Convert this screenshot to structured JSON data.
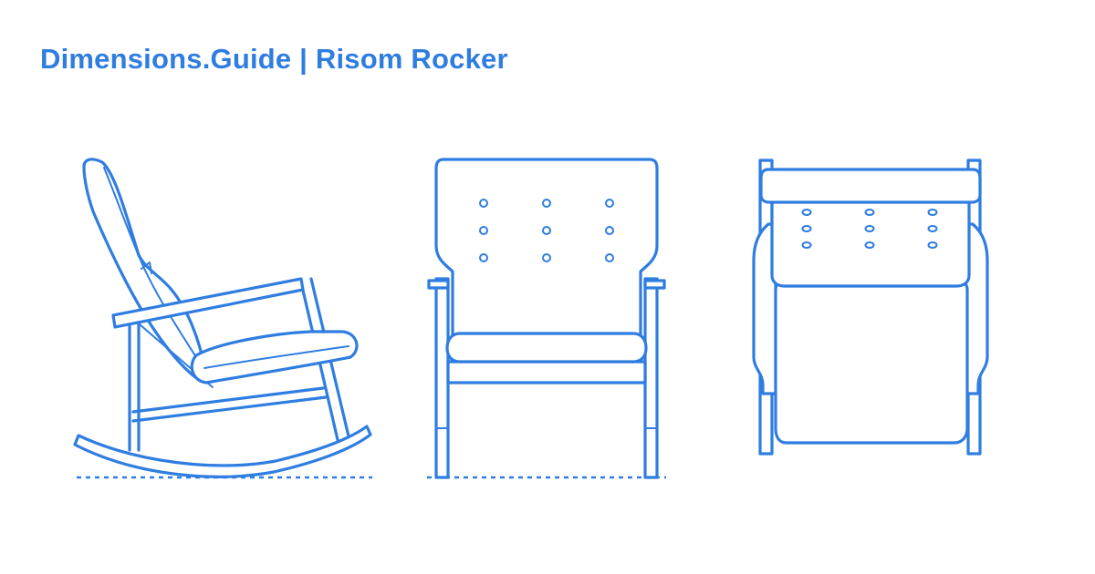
{
  "header": {
    "title": "Dimensions.Guide | Risom Rocker"
  },
  "views": [
    {
      "view": "side"
    },
    {
      "view": "front"
    },
    {
      "view": "top"
    }
  ],
  "colors": {
    "accent": "#2f7de1",
    "line": "#2f7de1",
    "background": "#ffffff"
  }
}
